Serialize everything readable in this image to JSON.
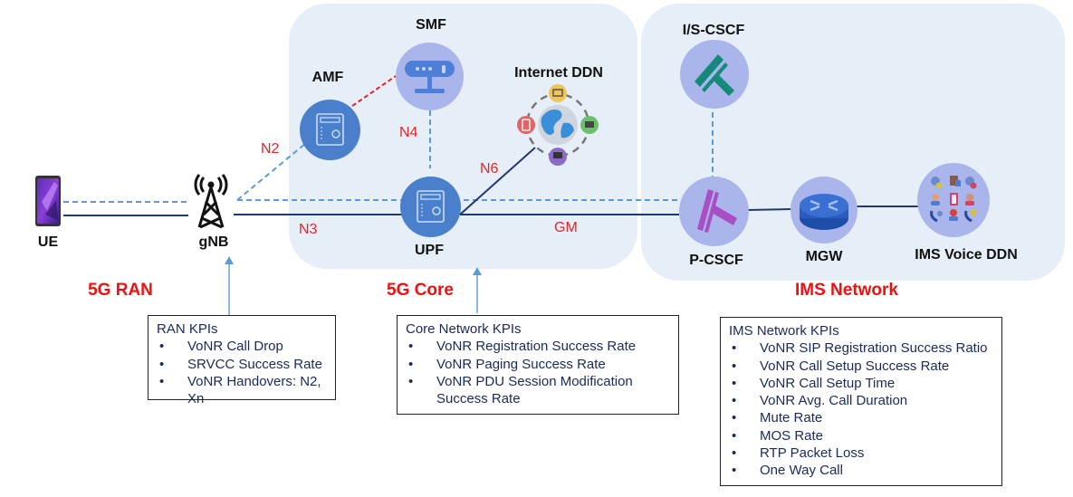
{
  "diagram": {
    "domains": [
      {
        "id": "ran",
        "label": "5G RAN"
      },
      {
        "id": "core",
        "label": "5G Core"
      },
      {
        "id": "ims",
        "label": "IMS Network"
      }
    ],
    "nodes": {
      "ue": {
        "label": "UE",
        "icon": "smartphone-icon"
      },
      "gnb": {
        "label": "gNB",
        "icon": "cell-tower-icon"
      },
      "amf": {
        "label": "AMF",
        "icon": "server-icon"
      },
      "smf": {
        "label": "SMF",
        "icon": "network-switch-icon"
      },
      "upf": {
        "label": "UPF",
        "icon": "server-icon"
      },
      "internet_ddn": {
        "label": "Internet DDN",
        "icon": "globe-network-icon"
      },
      "is_cscf": {
        "label": "I/S-CSCF",
        "icon": "cscf-icon"
      },
      "p_cscf": {
        "label": "P-CSCF",
        "icon": "cscf-icon"
      },
      "mgw": {
        "label": "MGW",
        "icon": "router-icon"
      },
      "ims_voice_ddn": {
        "label": "IMS Voice DDN",
        "icon": "voice-services-icon"
      }
    },
    "interfaces": {
      "n2": "N2",
      "n3": "N3",
      "n4": "N4",
      "n6": "N6",
      "gm": "GM"
    },
    "links": [
      {
        "from": "UE",
        "to": "gNB",
        "style": "solid"
      },
      {
        "from": "UE",
        "to": "P-CSCF",
        "style": "dashed"
      },
      {
        "from": "gNB",
        "to": "AMF",
        "style": "dashed",
        "interface": "N2"
      },
      {
        "from": "gNB",
        "to": "UPF",
        "style": "solid",
        "interface": "N3"
      },
      {
        "from": "AMF",
        "to": "SMF",
        "style": "dashed-red"
      },
      {
        "from": "SMF",
        "to": "UPF",
        "style": "dashed",
        "interface": "N4"
      },
      {
        "from": "UPF",
        "to": "Internet DDN",
        "style": "solid",
        "interface": "N6"
      },
      {
        "from": "UPF",
        "to": "P-CSCF",
        "style": "solid",
        "interface": "GM"
      },
      {
        "from": "I/S-CSCF",
        "to": "P-CSCF",
        "style": "dashed"
      },
      {
        "from": "P-CSCF",
        "to": "MGW",
        "style": "solid"
      },
      {
        "from": "MGW",
        "to": "IMS Voice DDN",
        "style": "solid"
      }
    ],
    "colors": {
      "panel": "#e6eef8",
      "solid_link": "#1f3a73",
      "dashed_link": "#5b9bd5",
      "control_link": "#e3262a",
      "interface_label": "#e3262a",
      "section_label": "#ee1111",
      "kpi_text": "#1a2a5a"
    }
  },
  "kpi_boxes": {
    "ran": {
      "title": "RAN KPIs",
      "items": [
        "VoNR Call Drop",
        "SRVCC Success Rate",
        "VoNR Handovers: N2, Xn"
      ]
    },
    "core": {
      "title": "Core Network KPIs",
      "items": [
        "VoNR Registration Success Rate",
        "VoNR Paging Success Rate",
        "VoNR PDU Session Modification Success Rate"
      ]
    },
    "ims": {
      "title": "IMS Network KPIs",
      "items": [
        "VoNR SIP Registration Success Ratio",
        "VoNR Call Setup Success Rate",
        "VoNR Call Setup Time",
        "VoNR Avg. Call Duration",
        "Mute Rate",
        "MOS Rate",
        "RTP Packet Loss",
        "One Way Call"
      ]
    }
  }
}
